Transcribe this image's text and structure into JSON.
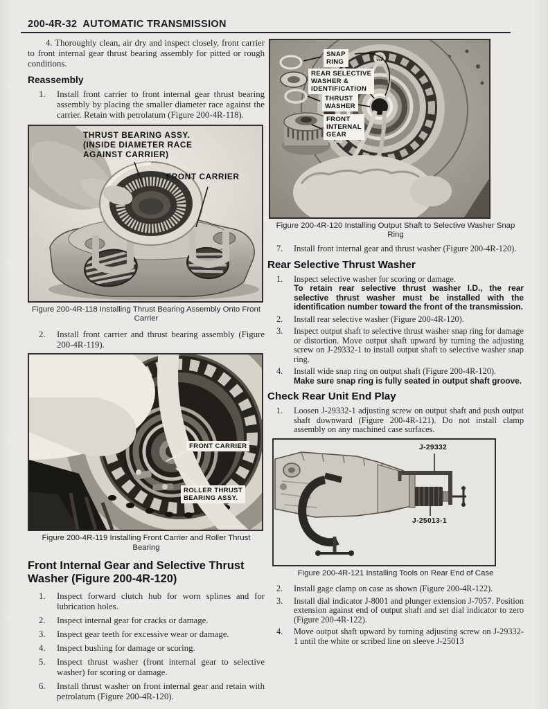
{
  "header": {
    "title": "200-4R-32  AUTOMATIC TRANSMISSION"
  },
  "left": {
    "para4": "4. Thoroughly clean, air dry and inspect closely, front carrier to front internal gear thrust bearing assembly for pitted or rough conditions.",
    "reassembly": {
      "heading": "Reassembly",
      "steps": [
        {
          "num": "1.",
          "text": "Install front carrier to front internal gear thrust bearing assembly by placing the smaller diameter race against the carrier. Retain with petrolatum (Figure 200-4R-118)."
        },
        {
          "num": "2.",
          "text": "Install front carrier and thrust bearing assembly (Figure 200-4R-119)."
        }
      ]
    },
    "fig118": {
      "label_bearing": "THRUST BEARING ASSY.\n(INSIDE DIAMETER RACE\nAGAINST CARRIER)",
      "label_carrier": "FRONT CARRIER",
      "caption": "Figure 200-4R-118 Installing Thrust Bearing Assembly Onto Front Carrier"
    },
    "fig119": {
      "label_carrier": "FRONT CARRIER",
      "label_bearing": "ROLLER THRUST\nBEARING ASSY.",
      "caption": "Figure 200-4R-119 Installing Front Carrier and Roller Thrust Bearing"
    },
    "front_gear": {
      "heading": "Front Internal Gear and Selective Thrust Washer (Figure 200-4R-120)",
      "steps": [
        {
          "num": "1.",
          "text": "Inspect forward clutch hub for worn splines and for lubrication holes."
        },
        {
          "num": "2.",
          "text": "Inspect internal gear for cracks or damage."
        },
        {
          "num": "3.",
          "text": "Inspect gear teeth for excessive wear or damage."
        },
        {
          "num": "4.",
          "text": "Inspect bushing for damage or scoring."
        },
        {
          "num": "5.",
          "text": "Inspect thrust washer (front internal gear to selective washer) for scoring or damage."
        },
        {
          "num": "6.",
          "text": "Install thrust washer on front internal gear and retain with petrolatum (Figure 200-4R-120)."
        }
      ]
    }
  },
  "right": {
    "fig120": {
      "label_snap": "SNAP\nRING",
      "label_rear": "REAR SELECTIVE\nWASHER &\nIDENTIFICATION",
      "label_thrust": "THRUST\nWASHER",
      "label_front": "FRONT\nINTERNAL\nGEAR",
      "caption": "Figure 200-4R-120 Installing Output Shaft to Selective Washer Snap Ring"
    },
    "step7": {
      "num": "7.",
      "text": "Install front internal gear and thrust washer (Figure 200-4R-120)."
    },
    "rear_washer": {
      "heading": "Rear Selective Thrust Washer",
      "steps": [
        {
          "num": "1.",
          "text": "Inspect selective washer for scoring or damage.",
          "bold": "To retain rear selective thrust washer I.D., the rear selective thrust washer must be installed with the identification number toward the front of the transmission."
        },
        {
          "num": "2.",
          "text": "Install rear selective washer (Figure 200-4R-120)."
        },
        {
          "num": "3.",
          "text": "Inspect output shaft to selective thrust washer snap ring for damage or distortion. Move output shaft upward by turning the adjusting screw on J-29332-1 to install output shaft to selective washer snap ring."
        },
        {
          "num": "4.",
          "text": "Install wide snap ring on output shaft (Figure 200-4R-120).",
          "bold": "Make sure snap ring is fully seated in output shaft groove."
        }
      ]
    },
    "end_play": {
      "heading": "Check Rear Unit End Play",
      "steps": [
        {
          "num": "1.",
          "text": "Loosen J-29332-1 adjusting screw on output shaft and push output shaft downward (Figure 200-4R-121). Do not install clamp assembly on any machined case surfaces."
        },
        {
          "num": "2.",
          "text": "Install gage clamp on case as shown (Figure 200-4R-122)."
        },
        {
          "num": "3.",
          "text": "Install dial indicator J-8001 and plunger extension J-7057. Position extension against end of output shaft and set dial indicator to zero (Figure 200-4R-122)."
        },
        {
          "num": "4.",
          "text": "Move output shaft upward by turning adjusting screw on J-29332-1 until the white or scribed line on sleeve J-25013"
        }
      ]
    },
    "fig121": {
      "label_j29332": "J-29332",
      "label_j25013": "J-25013-1",
      "caption": "Figure 200-4R-121 Installing Tools on Rear End of Case"
    }
  }
}
